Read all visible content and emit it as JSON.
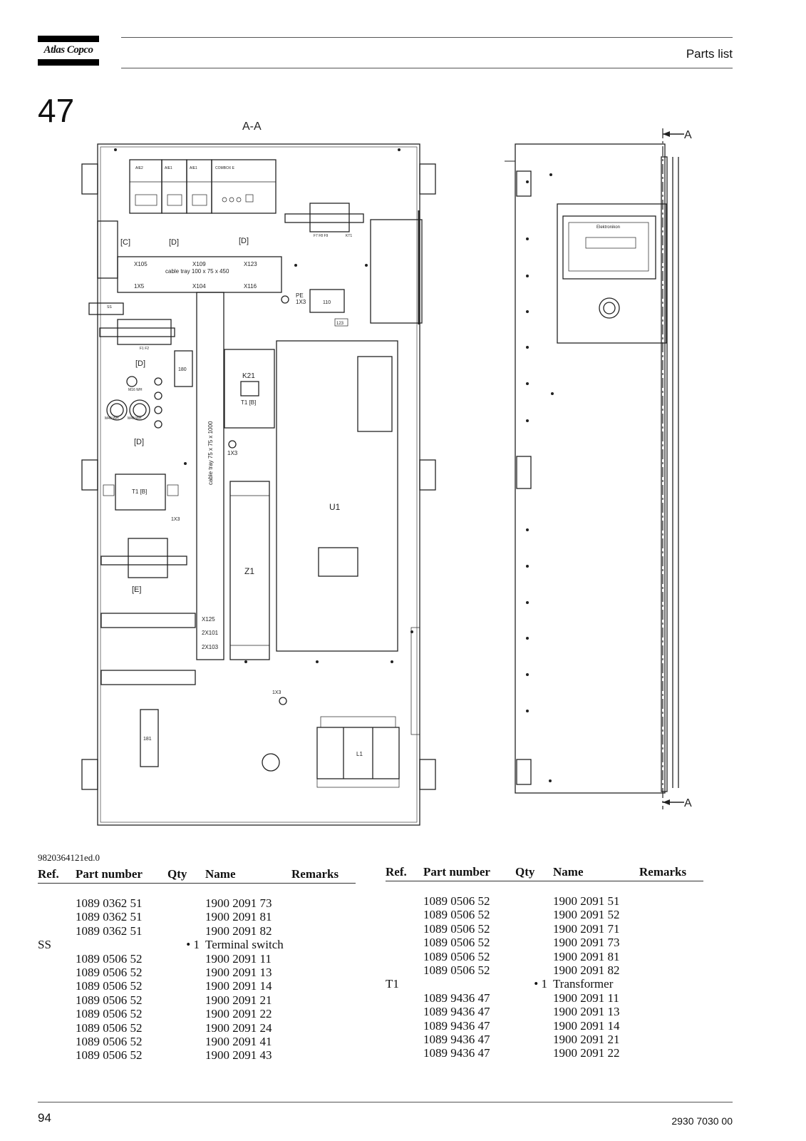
{
  "header": {
    "brand": "Atlas Copco",
    "section_title": "Parts list"
  },
  "figure": {
    "number": "47",
    "section_label": "A-A",
    "cut_label_top": "A",
    "cut_label_bottom": "A",
    "labels": {
      "aie2": "AIE2",
      "aie1a": "AIE1",
      "aie1b": "AIE1",
      "combox": "COMBOX E",
      "c": "[C]",
      "d1": "[D]",
      "d2": "[D]",
      "d3": "[D]",
      "d4": "[D]",
      "e": "[E]",
      "x105": "X105",
      "x109": "X109",
      "x123": "X123",
      "tray_h": "cable tray 100 x 75 x 450",
      "x5": "1X5",
      "x104": "X104",
      "x116": "X116",
      "pe": "PE",
      "x3a": "1X3",
      "n110": "110",
      "n123": "123",
      "n180": "180",
      "n181": "181",
      "k21": "K21",
      "t1b_a": "T1  [B]",
      "t1b_b": "T1  [B]",
      "tray_v": "cable tray 75 x 75 x 1000",
      "x3b": "1X3",
      "x3c": "1X3",
      "x3d": "1X3",
      "u1": "U1",
      "z1": "Z1",
      "l1": "L1",
      "x125": "X125",
      "x2101": "2X101",
      "x2103": "2X103",
      "m40a": "M40 WH",
      "m40b": "M40 WH",
      "m16": "M16 WH",
      "ss": "SS",
      "f1f2": "F1  F2",
      "f7f8f9": "F7 F8 F9",
      "kt1": "KT1",
      "display": "Elektronikon"
    }
  },
  "doc_ref": "9820364121ed.0",
  "columns": {
    "ref": "Ref.",
    "part_number": "Part number",
    "qty": "Qty",
    "name": "Name",
    "remarks": "Remarks"
  },
  "left_rows": [
    {
      "ref": "",
      "part": "1089 0362 51",
      "qty": "",
      "name": "1900 2091 73"
    },
    {
      "ref": "",
      "part": "1089 0362 51",
      "qty": "",
      "name": "1900 2091 81"
    },
    {
      "ref": "",
      "part": "1089 0362 51",
      "qty": "",
      "name": "1900 2091 82"
    },
    {
      "ref": "SS",
      "part": "",
      "qty": "• 1",
      "name": "Terminal switch"
    },
    {
      "ref": "",
      "part": "1089 0506 52",
      "qty": "",
      "name": "1900 2091 11"
    },
    {
      "ref": "",
      "part": "1089 0506 52",
      "qty": "",
      "name": "1900 2091 13"
    },
    {
      "ref": "",
      "part": "1089 0506 52",
      "qty": "",
      "name": "1900 2091 14"
    },
    {
      "ref": "",
      "part": "1089 0506 52",
      "qty": "",
      "name": "1900 2091 21"
    },
    {
      "ref": "",
      "part": "1089 0506 52",
      "qty": "",
      "name": "1900 2091 22"
    },
    {
      "ref": "",
      "part": "1089 0506 52",
      "qty": "",
      "name": "1900 2091 24"
    },
    {
      "ref": "",
      "part": "1089 0506 52",
      "qty": "",
      "name": "1900 2091 41"
    },
    {
      "ref": "",
      "part": "1089 0506 52",
      "qty": "",
      "name": "1900 2091 43"
    }
  ],
  "right_rows": [
    {
      "ref": "",
      "part": "1089 0506 52",
      "qty": "",
      "name": "1900 2091 51"
    },
    {
      "ref": "",
      "part": "1089 0506 52",
      "qty": "",
      "name": "1900 2091 52"
    },
    {
      "ref": "",
      "part": "1089 0506 52",
      "qty": "",
      "name": "1900 2091 71"
    },
    {
      "ref": "",
      "part": "1089 0506 52",
      "qty": "",
      "name": "1900 2091 73"
    },
    {
      "ref": "",
      "part": "1089 0506 52",
      "qty": "",
      "name": "1900 2091 81"
    },
    {
      "ref": "",
      "part": "1089 0506 52",
      "qty": "",
      "name": "1900 2091 82"
    },
    {
      "ref": "T1",
      "part": "",
      "qty": "• 1",
      "name": "Transformer"
    },
    {
      "ref": "",
      "part": "1089 9436 47",
      "qty": "",
      "name": "1900 2091 11"
    },
    {
      "ref": "",
      "part": "1089 9436 47",
      "qty": "",
      "name": "1900 2091 13"
    },
    {
      "ref": "",
      "part": "1089 9436 47",
      "qty": "",
      "name": "1900 2091 14"
    },
    {
      "ref": "",
      "part": "1089 9436 47",
      "qty": "",
      "name": "1900 2091 21"
    },
    {
      "ref": "",
      "part": "1089 9436 47",
      "qty": "",
      "name": "1900 2091 22"
    }
  ],
  "footer": {
    "page_number": "94",
    "document_number": "2930 7030 00"
  }
}
